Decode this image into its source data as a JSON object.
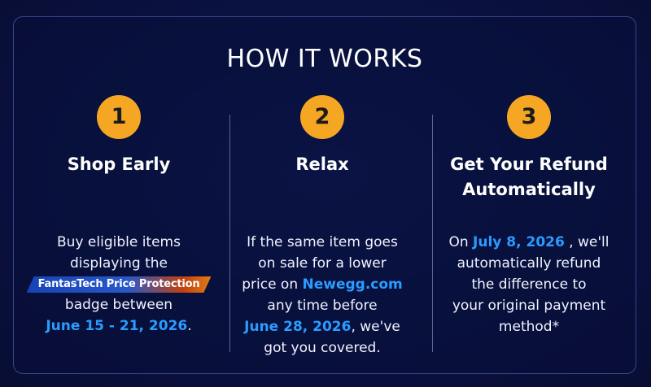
{
  "title": "HOW IT WORKS",
  "colors": {
    "background": "#0a1242",
    "number_badge": "#f5a623",
    "highlight": "#2b9cff"
  },
  "steps": [
    {
      "number": "1",
      "title_line1": "Shop Early",
      "body": {
        "line1": "Buy eligible items",
        "line2": "displaying the",
        "badge": "FantasTech Price Protection",
        "line3": "badge between",
        "dates": "June 15 - 21, 2026",
        "dates_suffix": "."
      }
    },
    {
      "number": "2",
      "title_line1": "Relax",
      "body": {
        "line1": "If the same item goes",
        "line2": "on sale for a lower",
        "line3_prefix": "price on ",
        "site": "Newegg.com",
        "line4": "any time before",
        "date": "June 28, 2026",
        "date_suffix": ", we've",
        "line6": "got you covered."
      }
    },
    {
      "number": "3",
      "title_line1": "Get Your Refund",
      "title_line2": "Automatically",
      "body": {
        "prefix": "On ",
        "date": "July 8, 2026",
        "suffix": " ,  we'll",
        "line2": "automatically refund",
        "line3": "the difference to",
        "line4": "your original payment",
        "line5": "method*"
      }
    }
  ]
}
